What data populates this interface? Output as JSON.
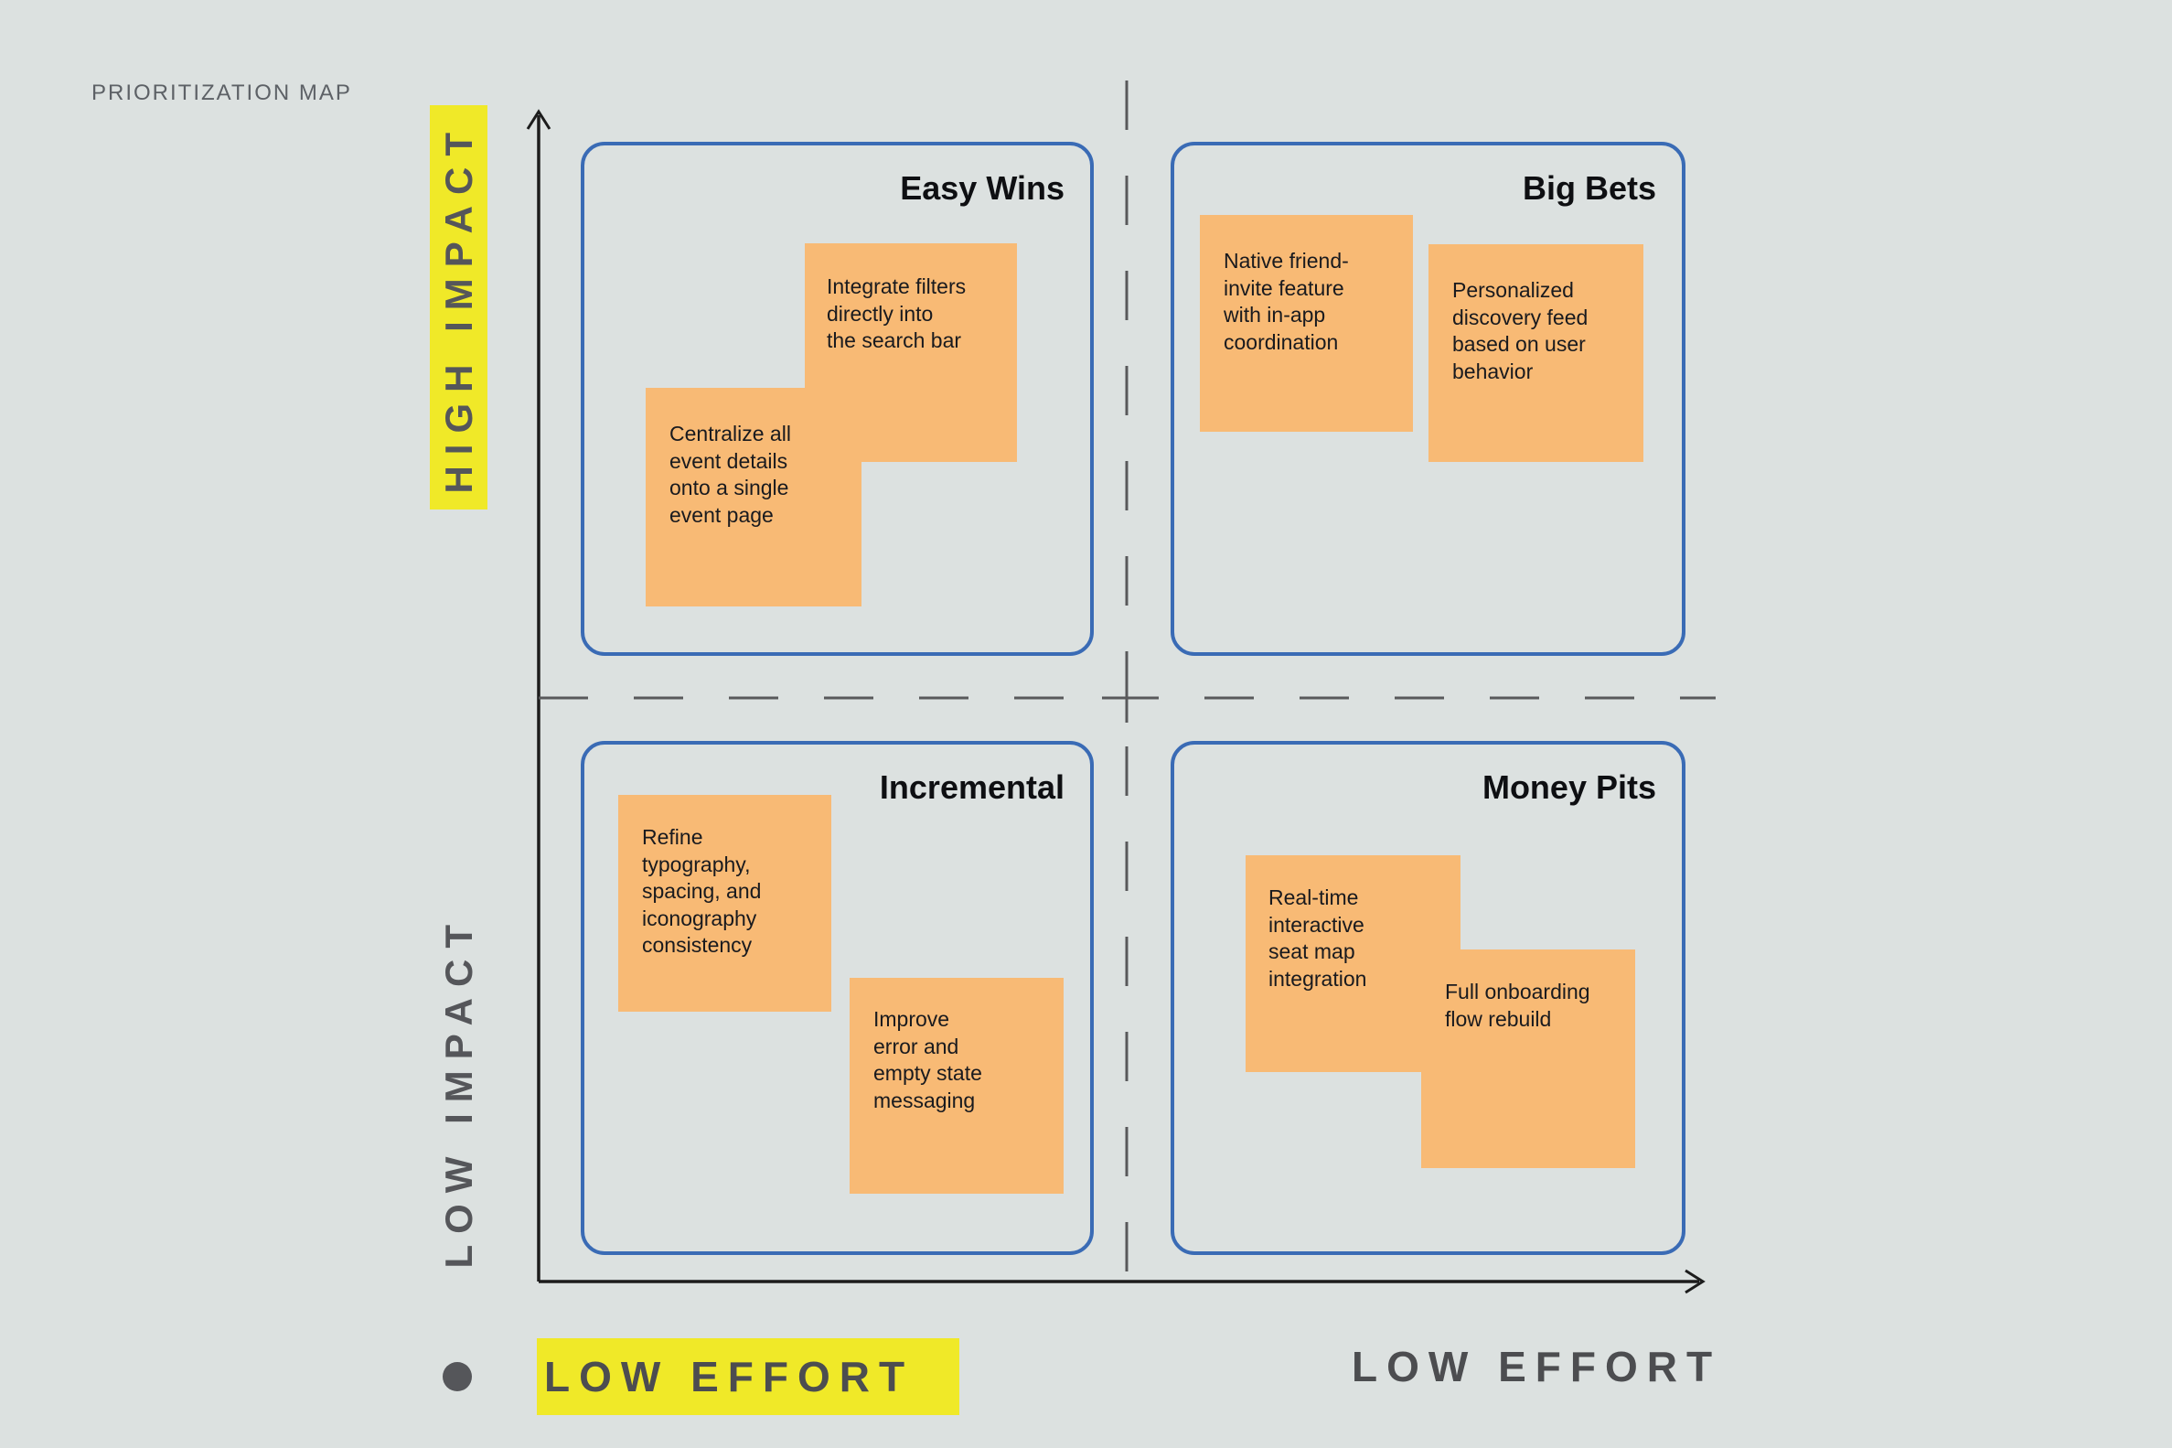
{
  "page": {
    "title": "PRIORITIZATION MAP"
  },
  "colors": {
    "canvas": "#dce1e0",
    "note": "#f8ba75",
    "quadrant_border": "#3a6bb5",
    "highlight": "#f0e928",
    "axis": "#1c1c1c",
    "dashed": "#59595b",
    "note_text": "#191a1e",
    "quadrant_title": "#0e0f12",
    "label_gray": "#55565a",
    "muted_label": "#5d6166",
    "effort_label": "#4c4d50"
  },
  "axis_labels": {
    "y_high": "HIGH IMPACT",
    "y_low": "LOW IMPACT",
    "x_left": "LOW EFFORT",
    "x_right": "LOW EFFORT"
  },
  "quadrants": [
    {
      "title": "Easy Wins",
      "notes": [
        "Integrate filters\ndirectly into\nthe search bar",
        "Centralize all\nevent details\nonto a single\nevent page"
      ]
    },
    {
      "title": "Big Bets",
      "notes": [
        "Native friend-\ninvite feature\nwith in-app\ncoordination",
        "Personalized\ndiscovery feed\nbased on user\nbehavior"
      ]
    },
    {
      "title": "Incremental",
      "notes": [
        "Refine\ntypography,\nspacing, and\niconography\nconsistency",
        "Improve\nerror and\nempty state\nmessaging"
      ]
    },
    {
      "title": "Money Pits",
      "notes": [
        "Real-time\ninteractive\nseat map\nintegration",
        "Full onboarding\nflow rebuild"
      ]
    }
  ]
}
